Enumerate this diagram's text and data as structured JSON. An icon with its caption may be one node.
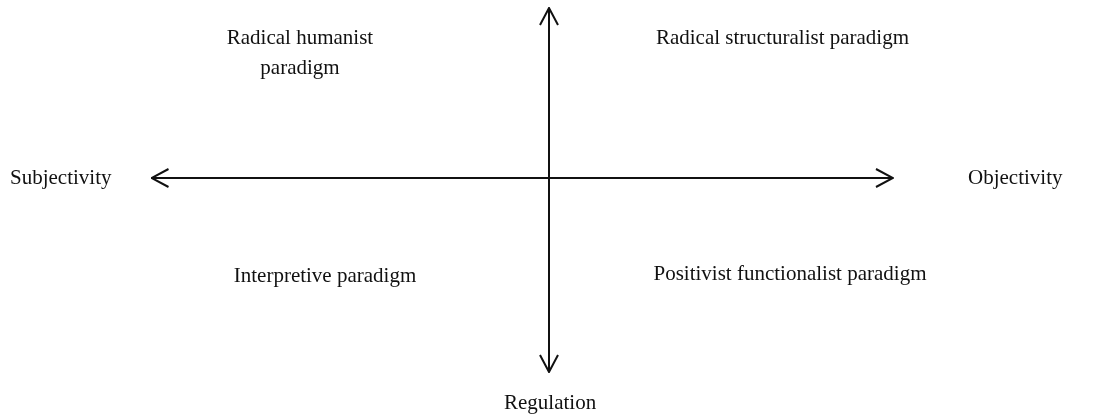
{
  "diagram": {
    "nodes": [
      {
        "text": [
          "Subjectivity"
        ]
      },
      {
        "text": [
          "Objectivity"
        ]
      },
      {
        "text": [
          "Regulation"
        ]
      }
    ],
    "edges": [
      {
        "from": 0,
        "to": 1,
        "arrow": "both"
      },
      {
        "from": null,
        "to": 2,
        "arrow": "both"
      }
    ],
    "labels": [
      "Radical humanist paradigm",
      "Radical structuralist paradigm",
      "Interpretive paradigm",
      "Positivist functionalist paradigm"
    ]
  }
}
